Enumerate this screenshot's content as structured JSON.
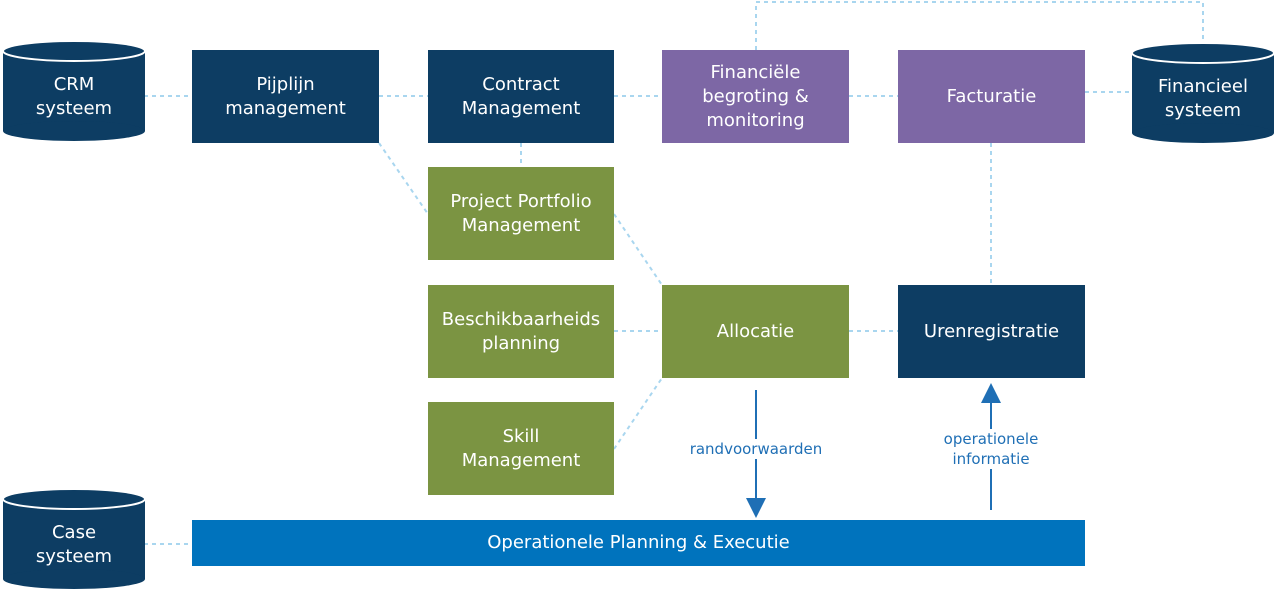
{
  "databases": {
    "crm": "CRM\nsysteem",
    "financieel": "Financieel\nsysteem",
    "case": "Case\nsysteem"
  },
  "boxes": {
    "pijplijn": "Pijplijn\nmanagement",
    "contract": "Contract\nManagement",
    "financiele_begroting": "Financiële\nbegroting &\nmonitoring",
    "facturatie": "Facturatie",
    "project_portfolio": "Project Portfolio\nManagement",
    "beschikbaarheids": "Beschikbaarheids\nplanning",
    "allocatie": "Allocatie",
    "urenregistratie": "Urenregistratie",
    "skill": "Skill\nManagement",
    "operationele": "Operationele Planning & Executie"
  },
  "arrows": {
    "randvoorwaarden": "randvoorwaarden",
    "operationele_informatie": "operationele\ninformatie"
  },
  "colors": {
    "navy": "#0d3d63",
    "purple": "#7d67a5",
    "green": "#7b9442",
    "blue": "#0073bd",
    "connector": "#a9d6ef",
    "arrow": "#1f6fb5"
  }
}
